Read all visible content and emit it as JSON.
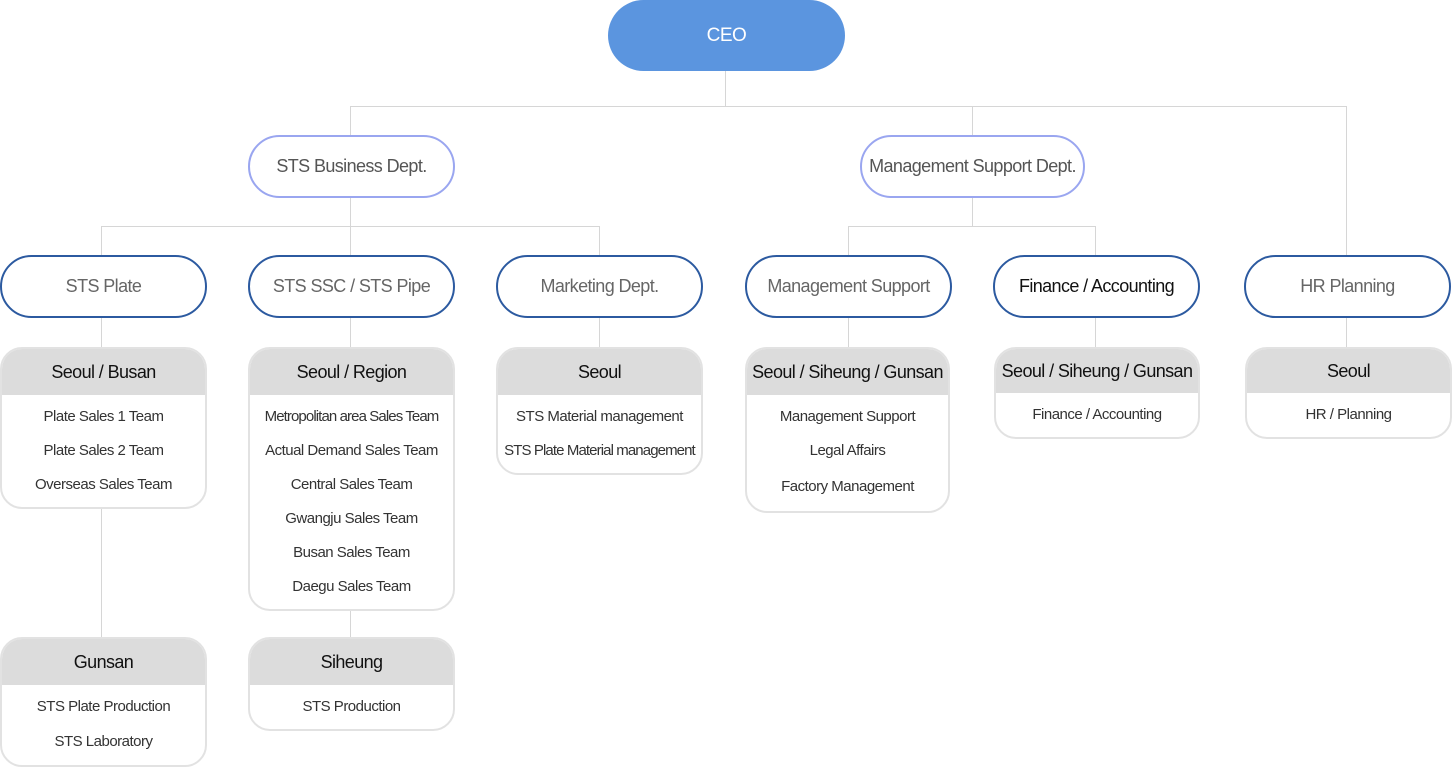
{
  "ceo": "CEO",
  "depts": [
    {
      "label": "STS Business Dept."
    },
    {
      "label": "Management Support Dept."
    }
  ],
  "units": [
    {
      "label": "STS Plate"
    },
    {
      "label": "STS SSC / STS Pipe"
    },
    {
      "label": "Marketing Dept."
    },
    {
      "label": "Management Support"
    },
    {
      "label": "Finance / Accounting"
    },
    {
      "label": "HR Planning"
    }
  ],
  "sites": [
    {
      "title": "Seoul / Busan",
      "items": [
        "Plate Sales 1 Team",
        "Plate Sales 2 Team",
        "Overseas Sales Team"
      ]
    },
    {
      "title": "Seoul / Region",
      "items": [
        "Metropolitan area Sales Team",
        "Actual Demand Sales Team",
        "Central Sales Team",
        "Gwangju Sales Team",
        "Busan Sales Team",
        "Daegu Sales Team"
      ]
    },
    {
      "title": "Seoul",
      "items": [
        "STS Material management",
        "STS Plate Material management"
      ]
    },
    {
      "title": "Seoul / Siheung / Gunsan",
      "items": [
        "Management Support",
        "Legal Affairs",
        "Factory Management"
      ]
    },
    {
      "title": "Seoul / Siheung / Gunsan",
      "items": [
        "Finance / Accounting"
      ]
    },
    {
      "title": "Seoul",
      "items": [
        "HR / Planning"
      ]
    },
    {
      "title": "Gunsan",
      "items": [
        "STS Plate Production",
        "STS Laboratory"
      ]
    },
    {
      "title": "Siheung",
      "items": [
        "STS Production"
      ]
    }
  ]
}
